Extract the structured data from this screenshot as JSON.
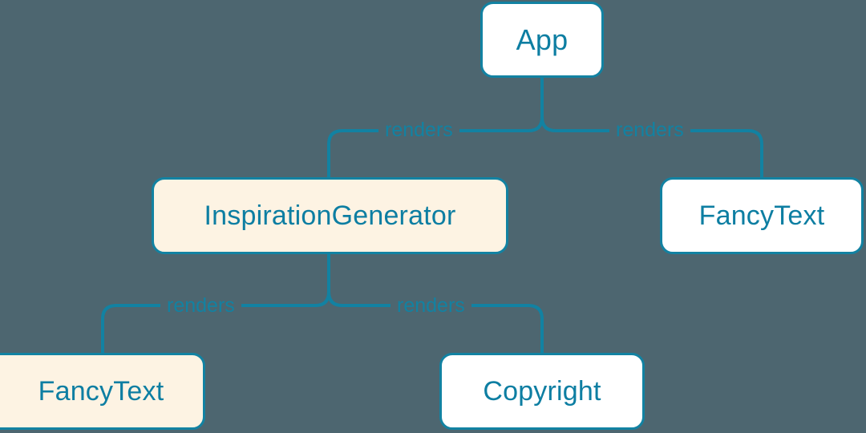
{
  "diagram": {
    "type": "component-render-tree",
    "background_color": "#4d6670",
    "edge_color": "#1282a2",
    "node_text_color": "#0d7ea2",
    "node_fill_plain": "#ffffff",
    "node_fill_highlight": "#fdf3e3",
    "nodes": [
      {
        "id": "app",
        "label": "App",
        "style": "plain"
      },
      {
        "id": "inspiration",
        "label": "InspirationGenerator",
        "style": "highlight"
      },
      {
        "id": "fancytext_right",
        "label": "FancyText",
        "style": "plain"
      },
      {
        "id": "fancytext_left",
        "label": "FancyText",
        "style": "highlight"
      },
      {
        "id": "copyright",
        "label": "Copyright",
        "style": "plain"
      }
    ],
    "edges": [
      {
        "from": "app",
        "to": "inspiration",
        "label": "renders"
      },
      {
        "from": "app",
        "to": "fancytext_right",
        "label": "renders"
      },
      {
        "from": "inspiration",
        "to": "fancytext_left",
        "label": "renders"
      },
      {
        "from": "inspiration",
        "to": "copyright",
        "label": "renders"
      }
    ]
  }
}
